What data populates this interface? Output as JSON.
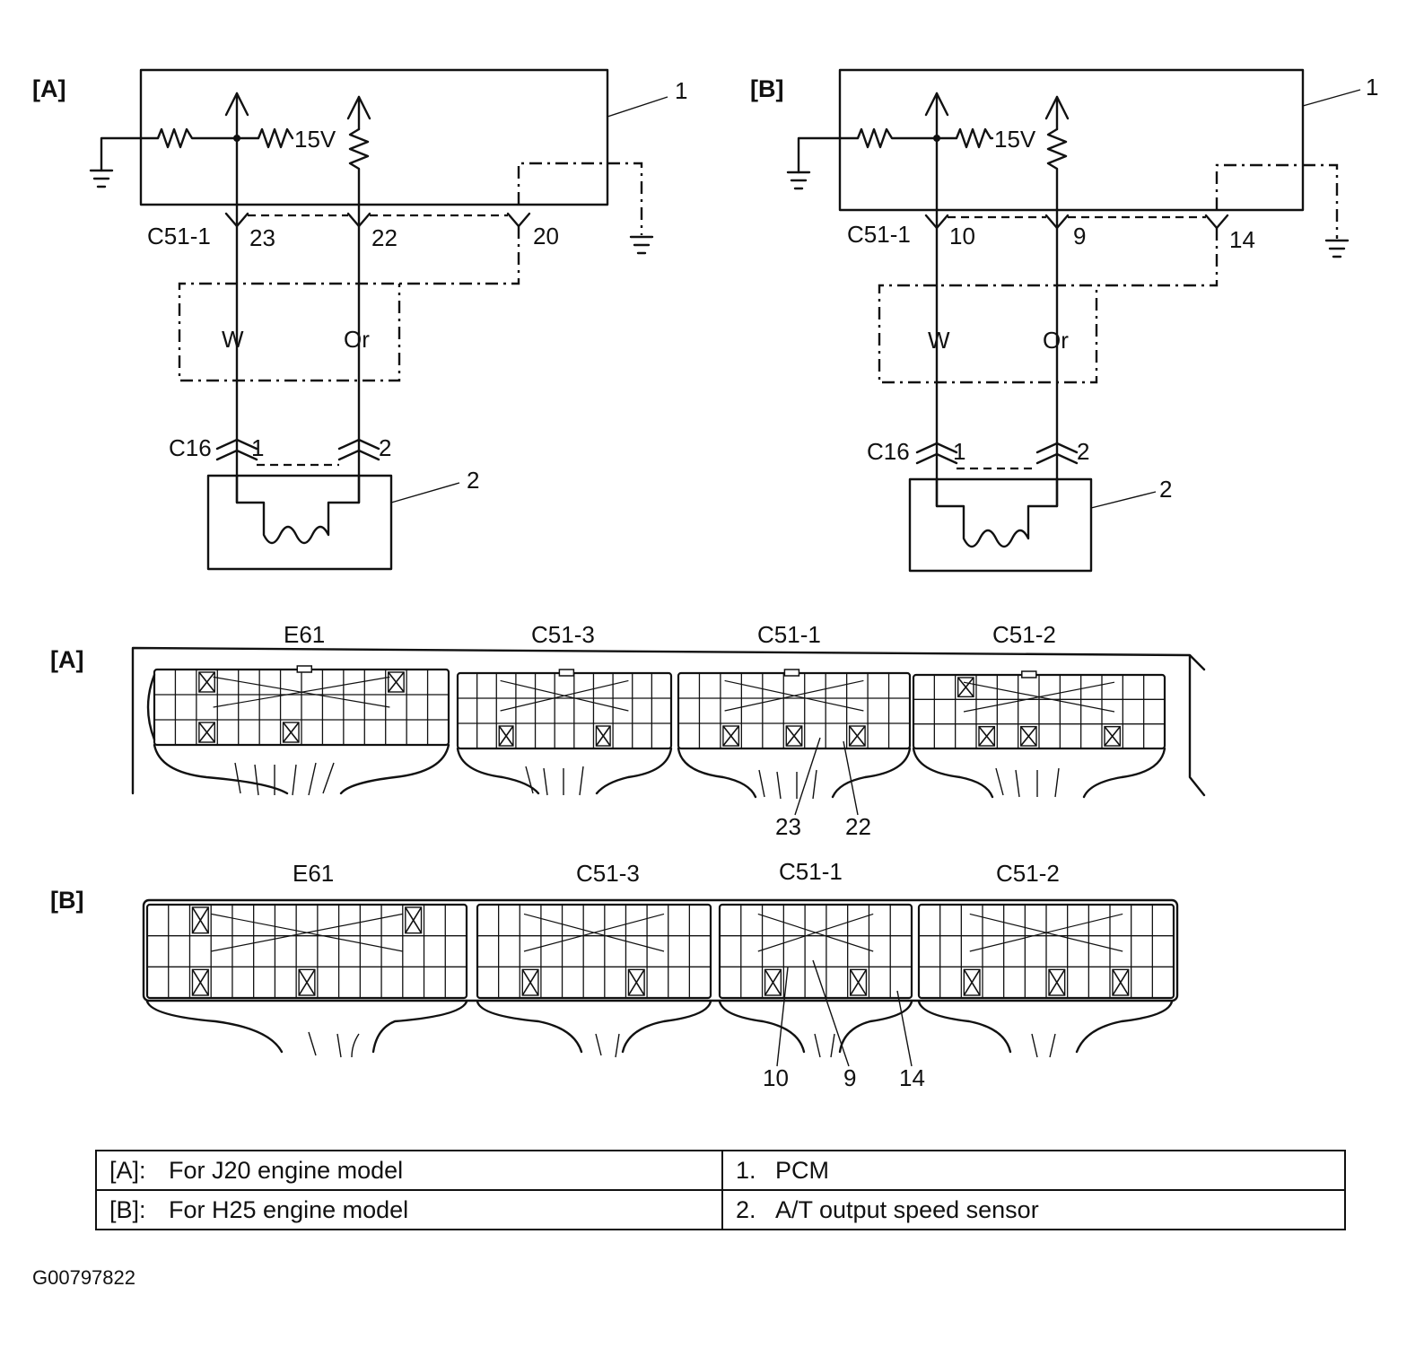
{
  "schematics": [
    {
      "tag": "[A]",
      "pcm_callout": "1",
      "sensor_callout": "2",
      "voltage": "15V",
      "pcm_connector": "C51-1",
      "terminals": [
        "23",
        "22",
        "20"
      ],
      "wires": [
        "W",
        "Or"
      ],
      "sensor_connector": "C16",
      "sensor_pins": [
        "1",
        "2"
      ]
    },
    {
      "tag": "[B]",
      "pcm_callout": "1",
      "sensor_callout": "2",
      "voltage": "15V",
      "pcm_connector": "C51-1",
      "terminals": [
        "10",
        "9",
        "14"
      ],
      "wires": [
        "W",
        "Or"
      ],
      "sensor_connector": "C16",
      "sensor_pins": [
        "1",
        "2"
      ]
    }
  ],
  "connector_views": [
    {
      "tag": "[A]",
      "connectors": [
        "E61",
        "C51-3",
        "C51-1",
        "C51-2"
      ],
      "pin_callouts": [
        "23",
        "22"
      ]
    },
    {
      "tag": "[B]",
      "connectors": [
        "E61",
        "C51-3",
        "C51-1",
        "C51-2"
      ],
      "pin_callouts": [
        "10",
        "9",
        "14"
      ]
    }
  ],
  "legend": {
    "rows": [
      {
        "key": "[A]:",
        "text": "For J20 engine model",
        "num": "1.",
        "item": "PCM"
      },
      {
        "key": "[B]:",
        "text": "For H25 engine model",
        "num": "2.",
        "item": "A/T output speed sensor"
      }
    ]
  },
  "figure_id": "G00797822"
}
